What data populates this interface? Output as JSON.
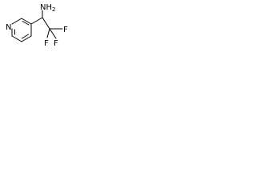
{
  "molecule": {
    "atoms": {
      "ring_nitrogen": "N",
      "amine": "NH",
      "amine_subscript": "2",
      "fluorine_1": "F",
      "fluorine_2": "F",
      "fluorine_3": "F"
    }
  }
}
